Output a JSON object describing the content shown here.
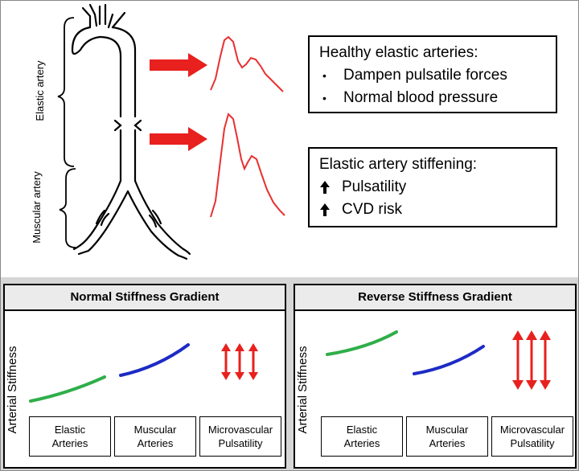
{
  "top": {
    "elastic_label": "Elastic artery",
    "muscular_label": "Muscular artery",
    "healthy_box": {
      "title": "Healthy elastic arteries:",
      "items": [
        "Dampen pulsatile forces",
        "Normal blood pressure"
      ]
    },
    "stiff_box": {
      "title": "Elastic artery stiffening:",
      "items": [
        "Pulsatility",
        "CVD risk"
      ]
    }
  },
  "panels": [
    {
      "title": "Normal Stiffness Gradient",
      "ylabel": "Arterial Stiffness",
      "categories": [
        "Elastic\nArteries",
        "Muscular\nArteries",
        "Microvascular\nPulsatility"
      ]
    },
    {
      "title": "Reverse Stiffness Gradient",
      "ylabel": "Arterial Stiffness",
      "categories": [
        "Elastic\nArteries",
        "Muscular\nArteries",
        "Microvascular\nPulsatility"
      ]
    }
  ],
  "colors": {
    "red": "#e8201e",
    "green": "#2fae4a",
    "blue": "#1d2bc4",
    "waveform": "#e83030"
  }
}
